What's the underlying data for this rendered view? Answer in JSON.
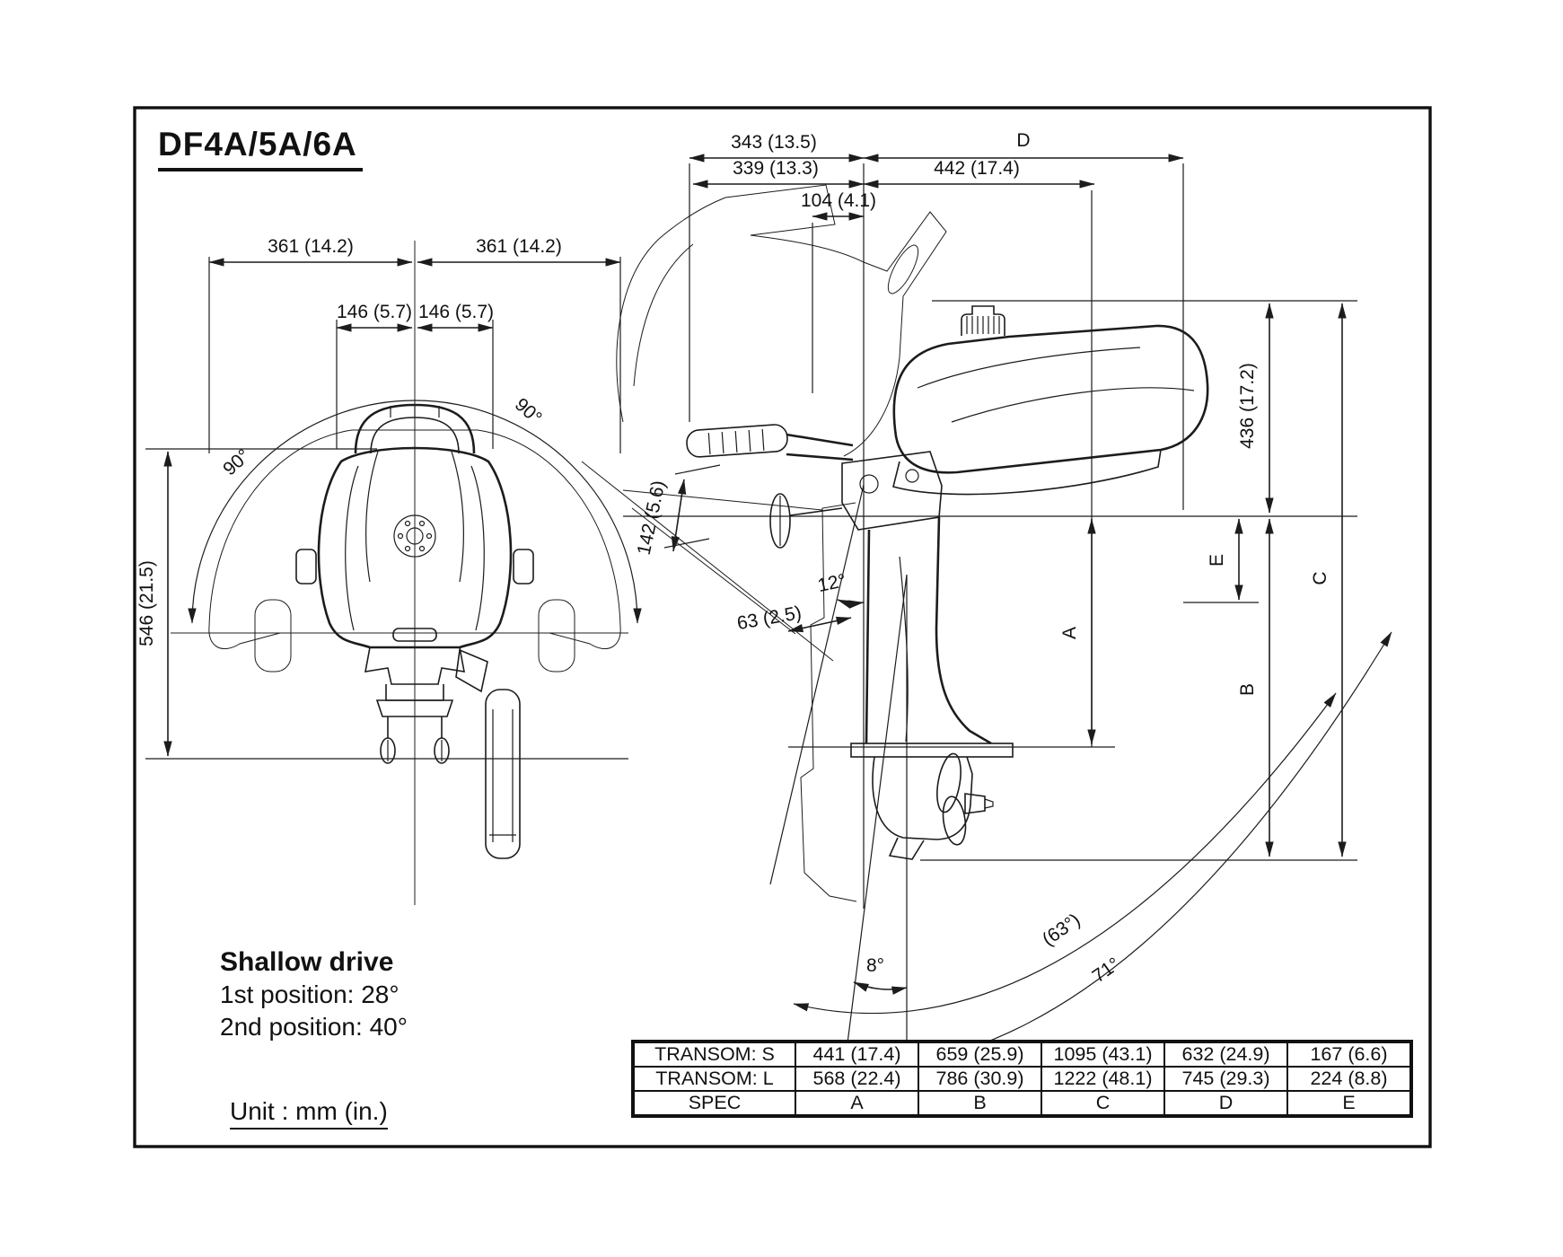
{
  "title": "DF4A/5A/6A",
  "front_view": {
    "half_width_left": "361 (14.2)",
    "half_width_right": "361 (14.2)",
    "center_offset_left": "146 (5.7)",
    "center_offset_right": "146 (5.7)",
    "overall_height": "546 (21.5)",
    "swing_left": "90°",
    "swing_right": "90°"
  },
  "side_view": {
    "tiller_to_transom_top": "343 (13.5)",
    "tiller_to_transom_low": "339 (13.3)",
    "pivot_offset": "104 (4.1)",
    "transom_to_rear": "442 (17.4)",
    "dim_d": "D",
    "cowl_height": "436 (17.2)",
    "dim_e": "E",
    "dim_c": "C",
    "dim_b": "B",
    "dim_a": "A",
    "grip_length": "142 (5.6)",
    "clamp_opening": "63 (2.5)",
    "transom_angle": "12°",
    "trim_angle": "8°",
    "tilt_angle_paren": "(63°)",
    "tilt_full_angle": "71°"
  },
  "notes": {
    "shallow_title": "Shallow drive",
    "position_1": "1st position: 28°",
    "position_2": "2nd position: 40°",
    "unit": "Unit : mm (in.)"
  },
  "spec_table": {
    "rows": [
      {
        "label": "TRANSOM: S",
        "values": [
          "441 (17.4)",
          "659 (25.9)",
          "1095 (43.1)",
          "632 (24.9)",
          "167 (6.6)"
        ]
      },
      {
        "label": "TRANSOM: L",
        "values": [
          "568 (22.4)",
          "786 (30.9)",
          "1222 (48.1)",
          "745 (29.3)",
          "224 (8.8)"
        ]
      },
      {
        "label": "SPEC",
        "values": [
          "A",
          "B",
          "C",
          "D",
          "E"
        ]
      }
    ]
  }
}
